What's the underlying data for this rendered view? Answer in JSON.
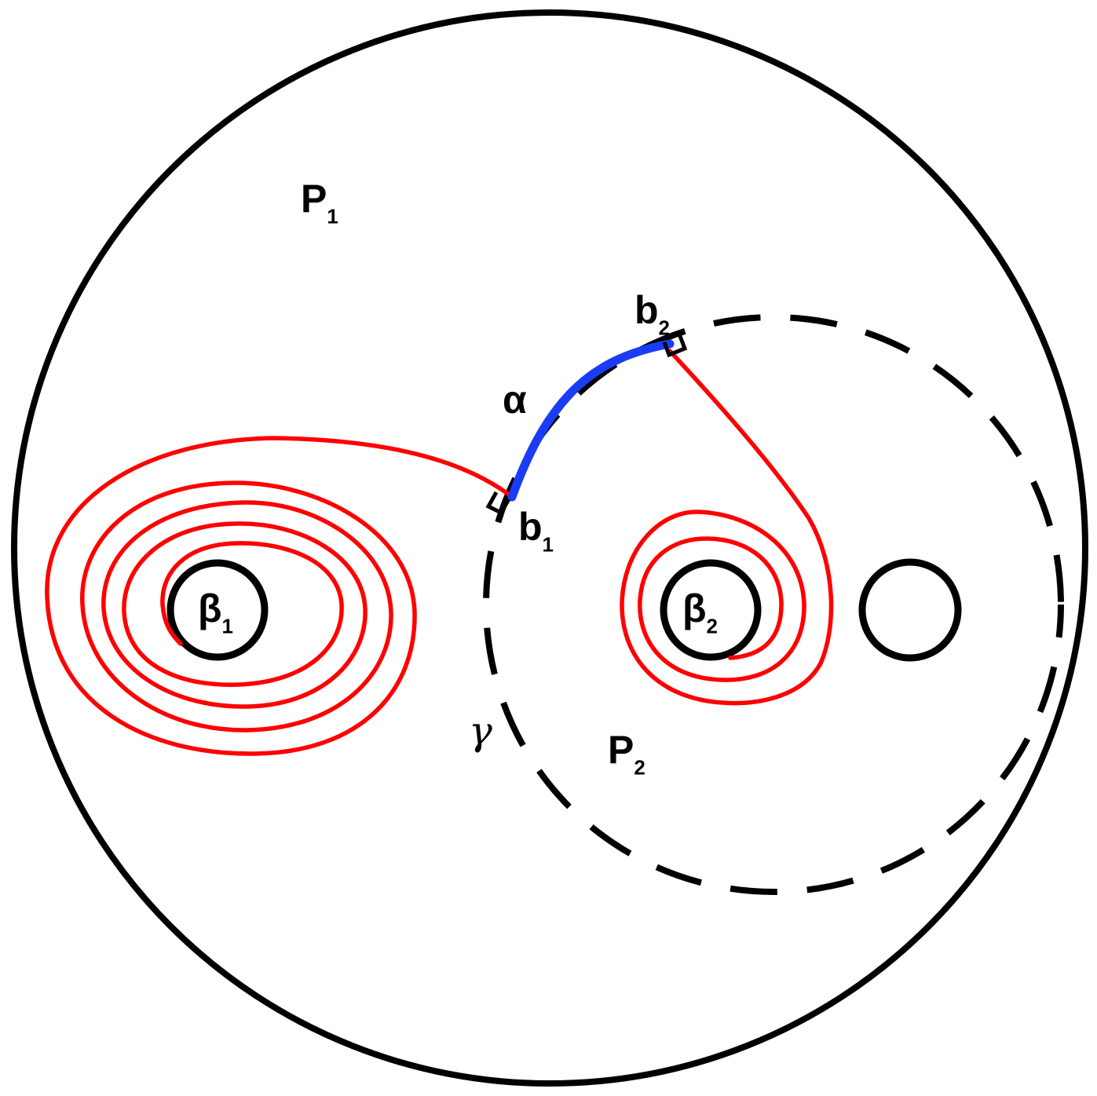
{
  "labels": {
    "p1": {
      "main": "P",
      "sub": "1"
    },
    "p2": {
      "main": "P",
      "sub": "2"
    },
    "alpha": "α",
    "gamma": "γ",
    "b1": {
      "main": "b",
      "sub": "1"
    },
    "b2": {
      "main": "b",
      "sub": "2"
    },
    "beta1": {
      "main": "β",
      "sub": "1"
    },
    "beta2": {
      "main": "β",
      "sub": "2"
    }
  },
  "colors": {
    "outline": "#000000",
    "spiral": "#ff0000",
    "arc": "#1a3cf5"
  }
}
